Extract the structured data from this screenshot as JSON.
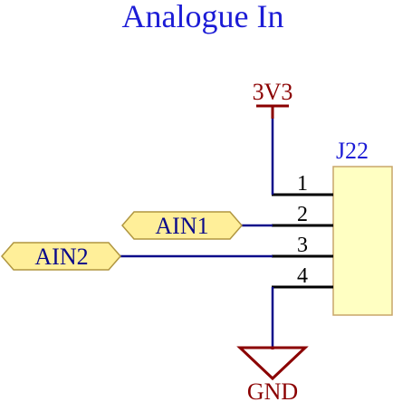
{
  "title": "Analogue In",
  "power_label": "3V3",
  "ground_label": "GND",
  "connector": {
    "ref": "J22",
    "pins": [
      "1",
      "2",
      "3",
      "4"
    ]
  },
  "net_labels": {
    "ain1": "AIN1",
    "ain2": "AIN2"
  },
  "colors": {
    "title_blue": "#1c1cd6",
    "symbol_dark_red": "#8b0000",
    "wire_navy": "#0a0a8a",
    "connector_fill": "#ffffc2",
    "connector_stroke": "#c8a66a",
    "label_fill": "#ffef99",
    "label_stroke": "#b09640"
  }
}
